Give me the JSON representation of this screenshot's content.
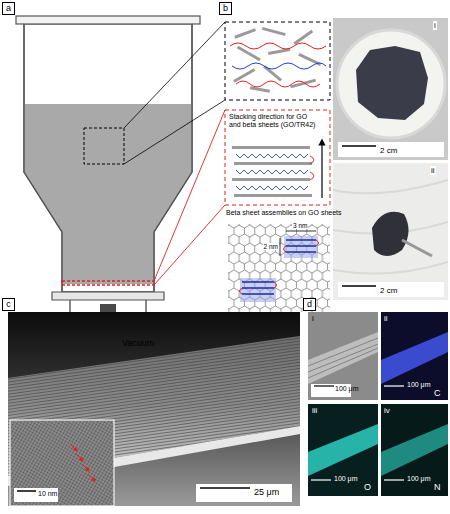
{
  "diagram": {
    "nodes": [
      {
        "text": [
          "a"
        ]
      },
      {
        "text": [
          "b"
        ]
      },
      {
        "text": [
          "c"
        ]
      },
      {
        "text": [
          "d"
        ]
      }
    ],
    "labels": [
      "Vacuum",
      "Stacking direction for GO and beta sheets (GO/TR42)",
      "Beta sheet assemblies on GO sheets",
      "3 nm",
      "2 nm",
      "i",
      "2 cm",
      "ii",
      "2 cm",
      "10 nm",
      "25 μm",
      "i",
      "100 μm",
      "ii",
      "100 μm",
      "C",
      "iii",
      "100 μm",
      "O",
      "iv",
      "100 μm",
      "N"
    ]
  }
}
